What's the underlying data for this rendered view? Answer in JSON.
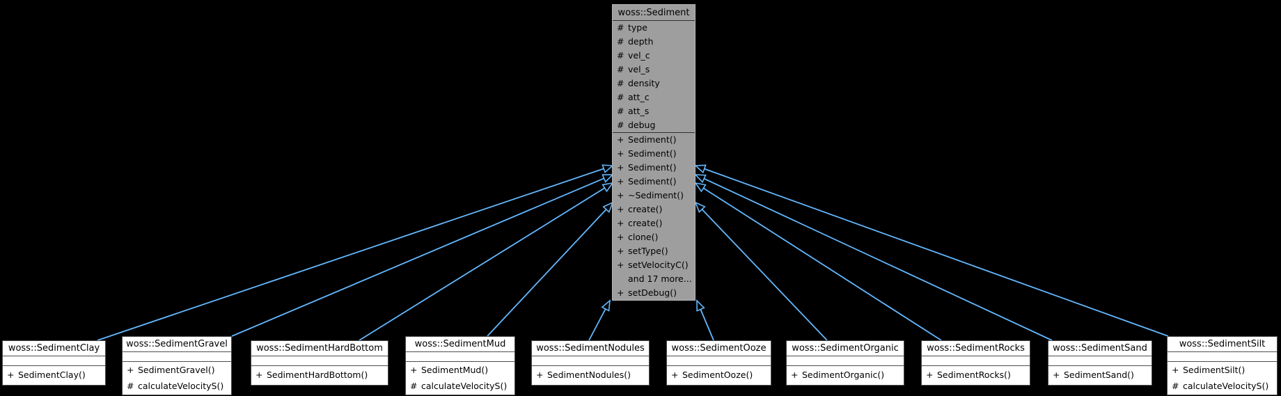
{
  "diagram": {
    "background_color": "#000000",
    "arrow_color": "#63b8ff",
    "base_class": {
      "title": "woss::Sediment",
      "fill_color": "#9e9e9e",
      "attributes": [
        "# type",
        "# depth",
        "# vel_c",
        "# vel_s",
        "# density",
        "# att_c",
        "# att_s",
        "# debug"
      ],
      "methods": [
        "+ Sediment()",
        "+ Sediment()",
        "+ Sediment()",
        "+ Sediment()",
        "+ ~Sediment()",
        "+ create()",
        "+ create()",
        "+ clone()",
        "+ setType()",
        "+ setVelocityC()",
        "and 17 more...",
        "+ setDebug()"
      ]
    },
    "derived_classes": [
      {
        "title": "woss::SedimentClay",
        "methods": [
          "+ SedimentClay()"
        ]
      },
      {
        "title": "woss::SedimentGravel",
        "methods": [
          "+ SedimentGravel()",
          "# calculateVelocityS()"
        ]
      },
      {
        "title": "woss::SedimentHardBottom",
        "methods": [
          "+ SedimentHardBottom()"
        ]
      },
      {
        "title": "woss::SedimentMud",
        "methods": [
          "+ SedimentMud()",
          "# calculateVelocityS()"
        ]
      },
      {
        "title": "woss::SedimentNodules",
        "methods": [
          "+ SedimentNodules()"
        ]
      },
      {
        "title": "woss::SedimentOoze",
        "methods": [
          "+ SedimentOoze()"
        ]
      },
      {
        "title": "woss::SedimentOrganic",
        "methods": [
          "+ SedimentOrganic()"
        ]
      },
      {
        "title": "woss::SedimentRocks",
        "methods": [
          "+ SedimentRocks()"
        ]
      },
      {
        "title": "woss::SedimentSand",
        "methods": [
          "+ SedimentSand()"
        ]
      },
      {
        "title": "woss::SedimentSilt",
        "methods": [
          "+ SedimentSilt()",
          "# calculateVelocityS()"
        ]
      }
    ],
    "relation_type": "public inheritance"
  }
}
